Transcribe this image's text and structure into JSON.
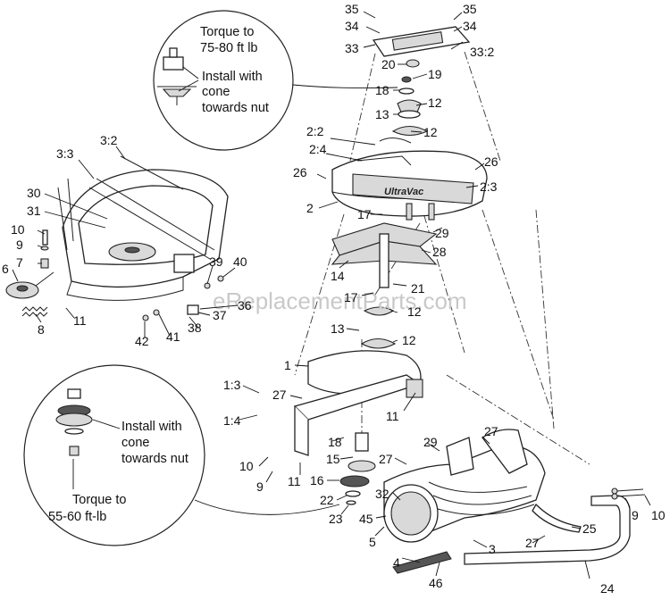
{
  "notes": {
    "top_torque": "Torque to",
    "top_torque_value": "75-80 ft lb",
    "top_install_1": "Install with",
    "top_install_2": "cone",
    "top_install_3": "towards nut",
    "bottom_install_1": "Install with",
    "bottom_install_2": "cone",
    "bottom_install_3": "towards nut",
    "bottom_torque": "Torque to",
    "bottom_torque_value": "55-60 ft-lb"
  },
  "watermark": "eReplacementParts.com",
  "callouts": [
    {
      "id": "c35a",
      "label": "35"
    },
    {
      "id": "c34a",
      "label": "34"
    },
    {
      "id": "c33a",
      "label": "33"
    },
    {
      "id": "c35b",
      "label": "35"
    },
    {
      "id": "c34b",
      "label": "34"
    },
    {
      "id": "c33b",
      "label": "33:2"
    },
    {
      "id": "c20",
      "label": "20"
    },
    {
      "id": "c19",
      "label": "19"
    },
    {
      "id": "c18a",
      "label": "18"
    },
    {
      "id": "c12a",
      "label": "12"
    },
    {
      "id": "c13a",
      "label": "13"
    },
    {
      "id": "c12b",
      "label": "12"
    },
    {
      "id": "c22a",
      "label": "2:2"
    },
    {
      "id": "c24a",
      "label": "2:4"
    },
    {
      "id": "c26a",
      "label": "26"
    },
    {
      "id": "c26b",
      "label": "26"
    },
    {
      "id": "c23a",
      "label": "2:3"
    },
    {
      "id": "c2",
      "label": "2"
    },
    {
      "id": "c17a",
      "label": "17"
    },
    {
      "id": "c29a",
      "label": "29"
    },
    {
      "id": "c28",
      "label": "28"
    },
    {
      "id": "c14",
      "label": "14"
    },
    {
      "id": "c21",
      "label": "21"
    },
    {
      "id": "c17b",
      "label": "17"
    },
    {
      "id": "c12c",
      "label": "12"
    },
    {
      "id": "c13b",
      "label": "13"
    },
    {
      "id": "c12d",
      "label": "12"
    },
    {
      "id": "c1",
      "label": "1"
    },
    {
      "id": "c13c",
      "label": "1:3"
    },
    {
      "id": "c27a",
      "label": "27"
    },
    {
      "id": "c14b",
      "label": "1:4"
    },
    {
      "id": "c11a",
      "label": "11"
    },
    {
      "id": "c18b",
      "label": "18"
    },
    {
      "id": "c29b",
      "label": "29"
    },
    {
      "id": "c27b",
      "label": "27"
    },
    {
      "id": "c27c",
      "label": "27"
    },
    {
      "id": "c15",
      "label": "15"
    },
    {
      "id": "c10a",
      "label": "10"
    },
    {
      "id": "c9a",
      "label": "9"
    },
    {
      "id": "c11b",
      "label": "11"
    },
    {
      "id": "c16",
      "label": "16"
    },
    {
      "id": "c32",
      "label": "32"
    },
    {
      "id": "c22b",
      "label": "22"
    },
    {
      "id": "c23b",
      "label": "23"
    },
    {
      "id": "c45",
      "label": "45"
    },
    {
      "id": "c5",
      "label": "5"
    },
    {
      "id": "c3",
      "label": "3"
    },
    {
      "id": "c4",
      "label": "4"
    },
    {
      "id": "c46",
      "label": "46"
    },
    {
      "id": "c27d",
      "label": "27"
    },
    {
      "id": "c25",
      "label": "25"
    },
    {
      "id": "c9b",
      "label": "9"
    },
    {
      "id": "c10b",
      "label": "10"
    },
    {
      "id": "c24",
      "label": "24"
    },
    {
      "id": "c32b",
      "label": "3:2"
    },
    {
      "id": "c33c",
      "label": "3:3"
    },
    {
      "id": "c30",
      "label": "30"
    },
    {
      "id": "c31",
      "label": "31"
    },
    {
      "id": "c10c",
      "label": "10"
    },
    {
      "id": "c9c",
      "label": "9"
    },
    {
      "id": "c7",
      "label": "7"
    },
    {
      "id": "c6",
      "label": "6"
    },
    {
      "id": "c8",
      "label": "8"
    },
    {
      "id": "c11c",
      "label": "11"
    },
    {
      "id": "c39",
      "label": "39"
    },
    {
      "id": "c40",
      "label": "40"
    },
    {
      "id": "c36",
      "label": "36"
    },
    {
      "id": "c37",
      "label": "37"
    },
    {
      "id": "c38",
      "label": "38"
    },
    {
      "id": "c41",
      "label": "41"
    },
    {
      "id": "c42",
      "label": "42"
    }
  ]
}
